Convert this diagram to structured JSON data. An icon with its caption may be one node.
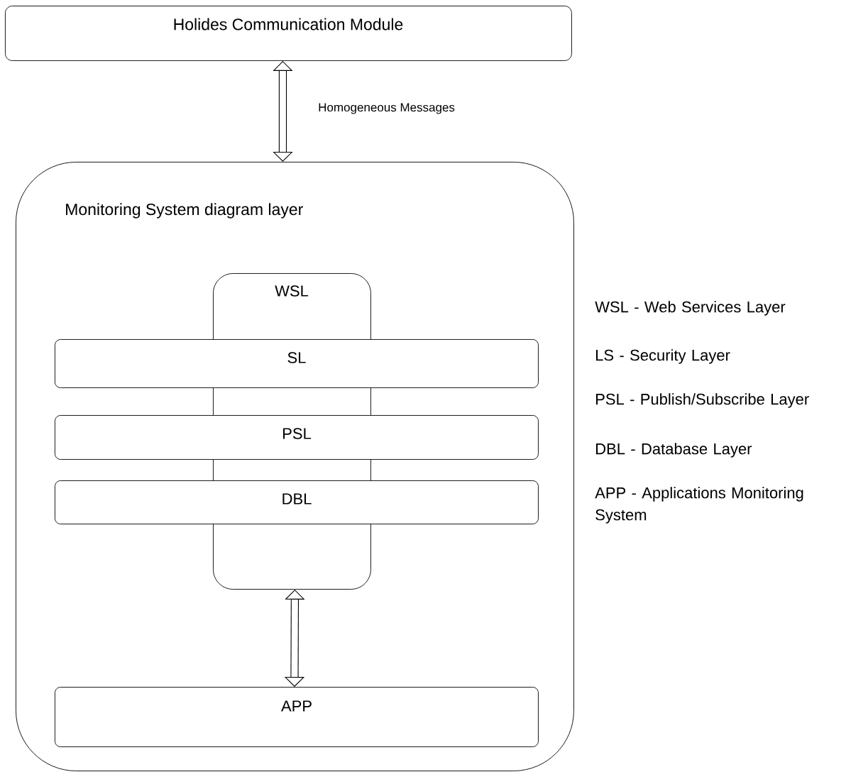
{
  "diagram": {
    "nodes": [
      {
        "text": [
          "Holides Communication Module"
        ]
      },
      {
        "text": [
          "Monitoring System diagram layer"
        ]
      },
      {
        "text": [
          "WSL"
        ],
        "in": 1
      },
      {
        "text": [
          "SL"
        ],
        "in": 1
      },
      {
        "text": [
          "PSL"
        ],
        "in": 1
      },
      {
        "text": [
          "DBL"
        ],
        "in": 1
      },
      {
        "text": [
          "APP"
        ],
        "in": 1
      }
    ],
    "edges": [
      {
        "from": 0,
        "to": 1,
        "arrow": "both",
        "label": "Homogeneous Messages"
      },
      {
        "from": 2,
        "to": 6,
        "arrow": "both"
      }
    ],
    "labels": [
      "WSL - Web Services Layer",
      "LS - Security Layer",
      "PSL - Publish/Subscribe Layer",
      "DBL - Database Layer",
      "APP - Applications Monitoring System"
    ]
  }
}
